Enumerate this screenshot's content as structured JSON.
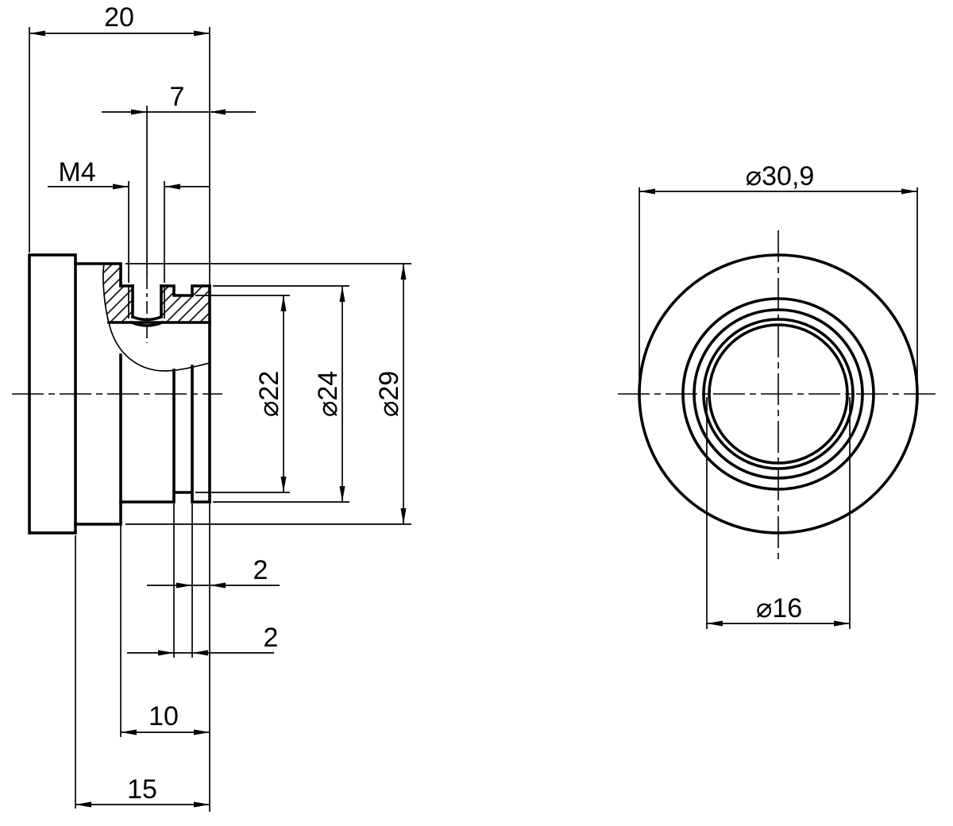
{
  "page": {
    "background": "#ffffff",
    "line_color": "#000000"
  },
  "drawing": {
    "kind": "engineering dimension drawing, flanged bushing with set-screw hole",
    "side_view": {
      "dims": {
        "overall_length": "20",
        "hole_position": "7",
        "thread_label": "M4",
        "groove_diameter": "⌀22",
        "body_diameter": "⌀24",
        "collar_diameter": "⌀29",
        "end_disc_width": "2",
        "groove_width": "2",
        "body_length": "10",
        "insert_length": "15"
      }
    },
    "front_view": {
      "dims": {
        "flange_diameter": "⌀30,9",
        "bore_diameter": "⌀16"
      }
    }
  }
}
